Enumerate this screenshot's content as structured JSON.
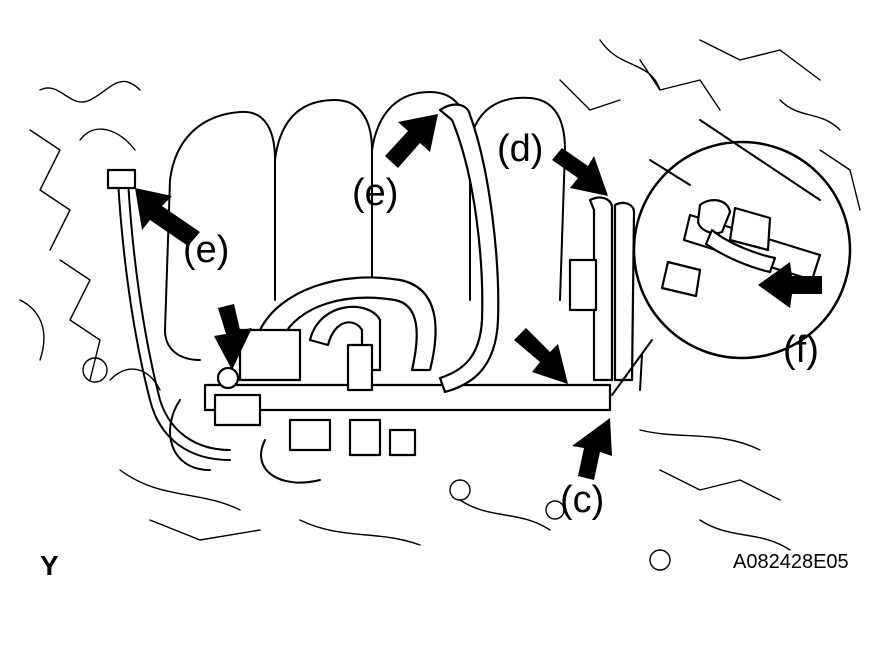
{
  "diagram": {
    "figure_code": "A082428E05",
    "view_mark": "Y",
    "callouts": [
      {
        "id": "e-left",
        "text": "(e)"
      },
      {
        "id": "e-center",
        "text": "(e)"
      },
      {
        "id": "d",
        "text": "(d)"
      },
      {
        "id": "c",
        "text": "(c)"
      },
      {
        "id": "f",
        "text": "(f)"
      }
    ]
  }
}
